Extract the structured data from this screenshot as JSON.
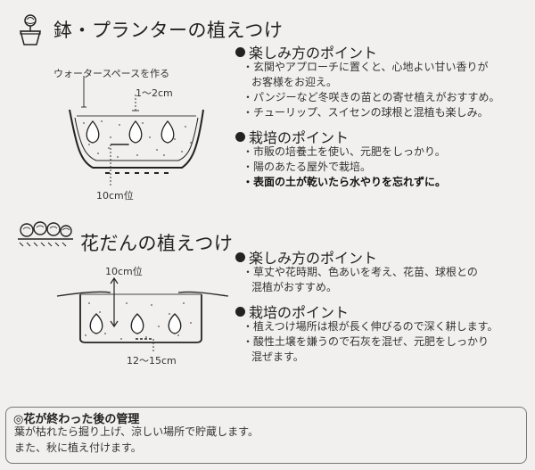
{
  "pot_section": {
    "title": "鉢・プランターの植えつけ",
    "diagram": {
      "water_space_label": "ウォータースペースを作る",
      "depth_label": "1～2cm",
      "spacing_label": "10cm位"
    },
    "enjoy": {
      "heading": "楽しみ方のポイント",
      "lines": [
        "・玄関やアプローチに置くと、心地よい甘い香りが",
        "お客様をお迎え。",
        "・パンジーなど冬咲きの苗との寄せ植えがおすすめ。",
        "・チューリップ、スイセンの球根と混植も楽しみ。"
      ]
    },
    "grow": {
      "heading": "栽培のポイント",
      "lines": [
        "・市販の培養土を使い、元肥をしっかり。",
        "・陽のあたる屋外で栽培。",
        "・表面の土が乾いたら水やりを忘れずに。"
      ]
    }
  },
  "bed_section": {
    "title": "花だんの植えつけ",
    "diagram": {
      "depth_label": "10cm位",
      "spacing_label": "12～15cm"
    },
    "enjoy": {
      "heading": "楽しみ方のポイント",
      "lines": [
        "・草丈や花時期、色あいを考え、花苗、球根との",
        "混植がおすすめ。"
      ]
    },
    "grow": {
      "heading": "栽培のポイント",
      "lines": [
        "・植えつけ場所は根が長く伸びるので深く耕します。",
        "・酸性土壌を嫌うので石灰を混ぜ、元肥をしっかり",
        "混ぜます。"
      ]
    }
  },
  "after_bloom": {
    "title": "◎花が終わった後の管理",
    "lines": [
      "葉が枯れたら掘り上げ、涼しい場所で貯蔵します。",
      "また、秋に植え付けます。"
    ]
  }
}
